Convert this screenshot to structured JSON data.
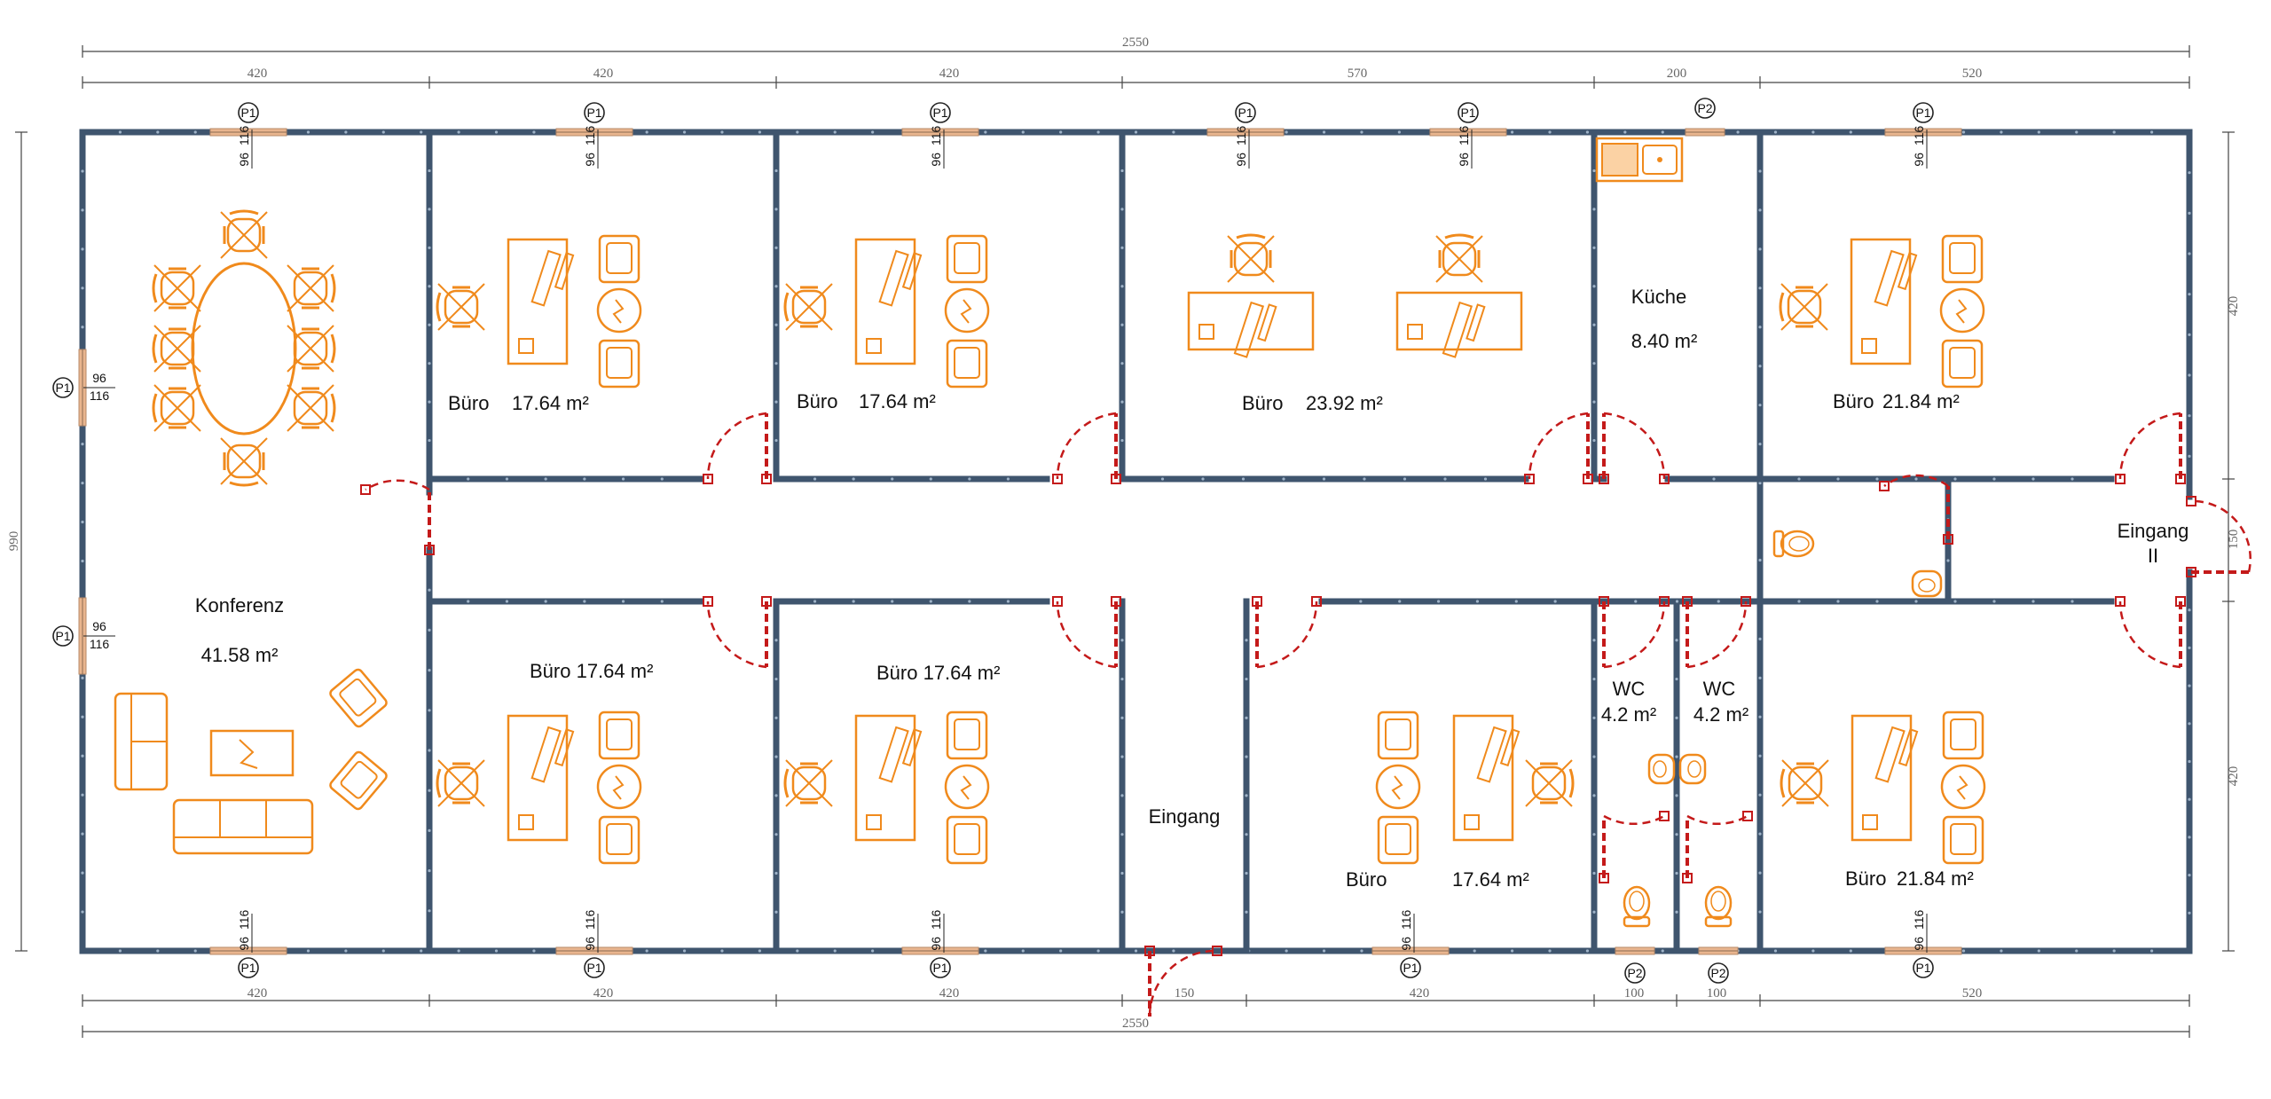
{
  "dimensions": {
    "top_total": "2550",
    "bottom_total": "2550",
    "left_total": "990",
    "top_segments": [
      "420",
      "420",
      "420",
      "570",
      "200",
      "520"
    ],
    "bottom_segments": [
      "420",
      "420",
      "420",
      "150",
      "420",
      "100",
      "100",
      "520"
    ],
    "right_segments": [
      "420",
      "150",
      "420"
    ]
  },
  "opening_labels": {
    "p1": "P1",
    "p2": "P2",
    "sill": "96",
    "height": "116"
  },
  "rooms": {
    "konferenz": {
      "name": "Konferenz",
      "area": "41.58 m²"
    },
    "buero_top_1": {
      "name": "Büro",
      "area": "17.64 m²"
    },
    "buero_top_2": {
      "name": "Büro",
      "area": "17.64 m²"
    },
    "buero_top_3": {
      "name": "Büro",
      "area": "23.92 m²"
    },
    "kueche": {
      "name": "Küche",
      "area": "8.40  m²"
    },
    "buero_top_4": {
      "name": "Büro",
      "area": "21.84 m²"
    },
    "eingang_2": {
      "line1": "Eingang",
      "line2": "II"
    },
    "buero_bot_1": {
      "label": "Büro  17.64 m²"
    },
    "buero_bot_2": {
      "label": "Büro   17.64 m²"
    },
    "eingang": {
      "name": "Eingang"
    },
    "buero_bot_3": {
      "name": "Büro",
      "area": "17.64 m²"
    },
    "wc_1": {
      "name": "WC",
      "area": "4.2 m²"
    },
    "wc_2": {
      "name": "WC",
      "area": "4.2 m²"
    },
    "buero_bot_4": {
      "name": "Büro",
      "area": "21.84 m²"
    }
  },
  "colors": {
    "wall": "#3f556e",
    "furniture": "#f08a1c",
    "door": "#c41a1a",
    "dimension": "#444444",
    "window": "#e9b58e"
  }
}
